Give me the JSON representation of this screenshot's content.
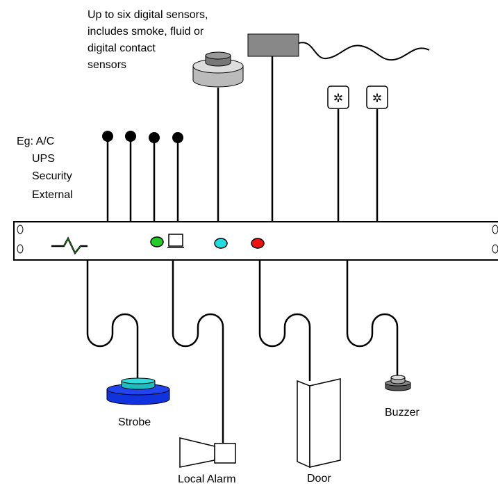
{
  "labels": {
    "digital_sensors": [
      "Up to six digital sensors,",
      "includes smoke, fluid or",
      "digital contact",
      "sensors"
    ],
    "contact_inputs": [
      "Eg: A/C",
      "UPS",
      "Security",
      "External"
    ],
    "strobe": "Strobe",
    "local_alarm": "Local Alarm",
    "door": "Door",
    "buzzer": "Buzzer"
  },
  "colors": {
    "led_green": "#22cc22",
    "led_cyan": "#22dddd",
    "led_red": "#ee1111",
    "strobe_blue": "#1133dd",
    "strobe_lens": "#33dddd",
    "pulse_green": "#228822",
    "smoke_sensor_gray": "#bbbbbb",
    "fluid_sensor_gray": "#888888"
  },
  "icons": {
    "temperature_sensor": "gear-icon",
    "status_indicator": "pulse-icon"
  }
}
